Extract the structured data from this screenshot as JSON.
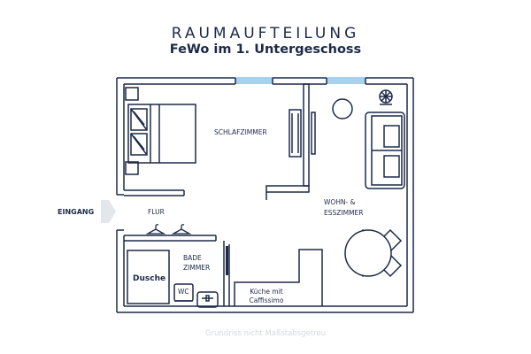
{
  "header": {
    "title": "RAUMAUFTEILUNG",
    "subtitle": "FeWo im 1. Untergeschoss"
  },
  "rooms": {
    "bedroom": "SCHLAFZIMMER",
    "living_line1": "WOHN- &",
    "living_line2": "ESSZIMMER",
    "hall": "FLUR",
    "bath_line1": "BADE",
    "bath_line2": "ZIMMER"
  },
  "labels": {
    "entrance": "EINGANG",
    "shower": "Dusche",
    "wc": "WC",
    "kitchen_line1": "Küche mit",
    "kitchen_line2": "Caffissimo"
  },
  "footer": {
    "note": "Grundriss nicht Maßstabsgetreu"
  },
  "colors": {
    "line": "#1c2a48",
    "window": "#a9d1ea",
    "entrance_arrow": "#e3e7ec",
    "footer_text": "#d4d8df"
  }
}
